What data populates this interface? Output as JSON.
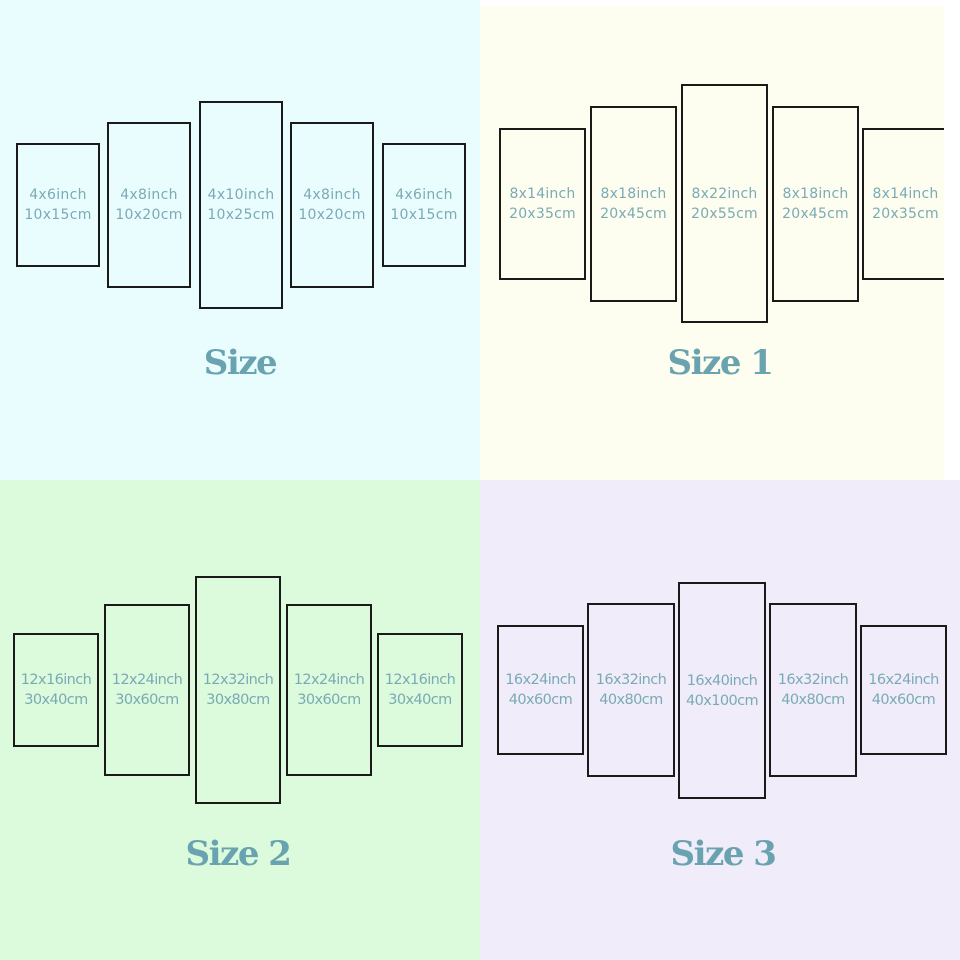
{
  "colors": {
    "size_bg": "#eafdfe",
    "size1_bg": "#fefef0",
    "size2_bg": "#dcfadc",
    "size3_bg": "#f1ecfa",
    "panel_border": "#1a1a1a",
    "text_color": "#7aaab5",
    "title_color": "#6aa3b0"
  },
  "sections": {
    "size": {
      "title": "Size",
      "panels": [
        {
          "inch": "4x6inch",
          "cm": "10x15cm"
        },
        {
          "inch": "4x8inch",
          "cm": "10x20cm"
        },
        {
          "inch": "4x10inch",
          "cm": "10x25cm"
        },
        {
          "inch": "4x8inch",
          "cm": "10x20cm"
        },
        {
          "inch": "4x6inch",
          "cm": "10x15cm"
        }
      ]
    },
    "size1": {
      "title": "Size 1",
      "panels": [
        {
          "inch": "8x14inch",
          "cm": "20x35cm"
        },
        {
          "inch": "8x18inch",
          "cm": "20x45cm"
        },
        {
          "inch": "8x22inch",
          "cm": "20x55cm"
        },
        {
          "inch": "8x18inch",
          "cm": "20x45cm"
        },
        {
          "inch": "8x14inch",
          "cm": "20x35cm"
        }
      ]
    },
    "size2": {
      "title": "Size 2",
      "panels": [
        {
          "inch": "12x16inch",
          "cm": "30x40cm"
        },
        {
          "inch": "12x24inch",
          "cm": "30x60cm"
        },
        {
          "inch": "12x32inch",
          "cm": "30x80cm"
        },
        {
          "inch": "12x24inch",
          "cm": "30x60cm"
        },
        {
          "inch": "12x16inch",
          "cm": "30x40cm"
        }
      ]
    },
    "size3": {
      "title": "Size 3",
      "panels": [
        {
          "inch": "16x24inch",
          "cm": "40x60cm"
        },
        {
          "inch": "16x32inch",
          "cm": "40x80cm"
        },
        {
          "inch": "16x40inch",
          "cm": "40x100cm"
        },
        {
          "inch": "16x32inch",
          "cm": "40x80cm"
        },
        {
          "inch": "16x24inch",
          "cm": "40x60cm"
        }
      ]
    }
  }
}
